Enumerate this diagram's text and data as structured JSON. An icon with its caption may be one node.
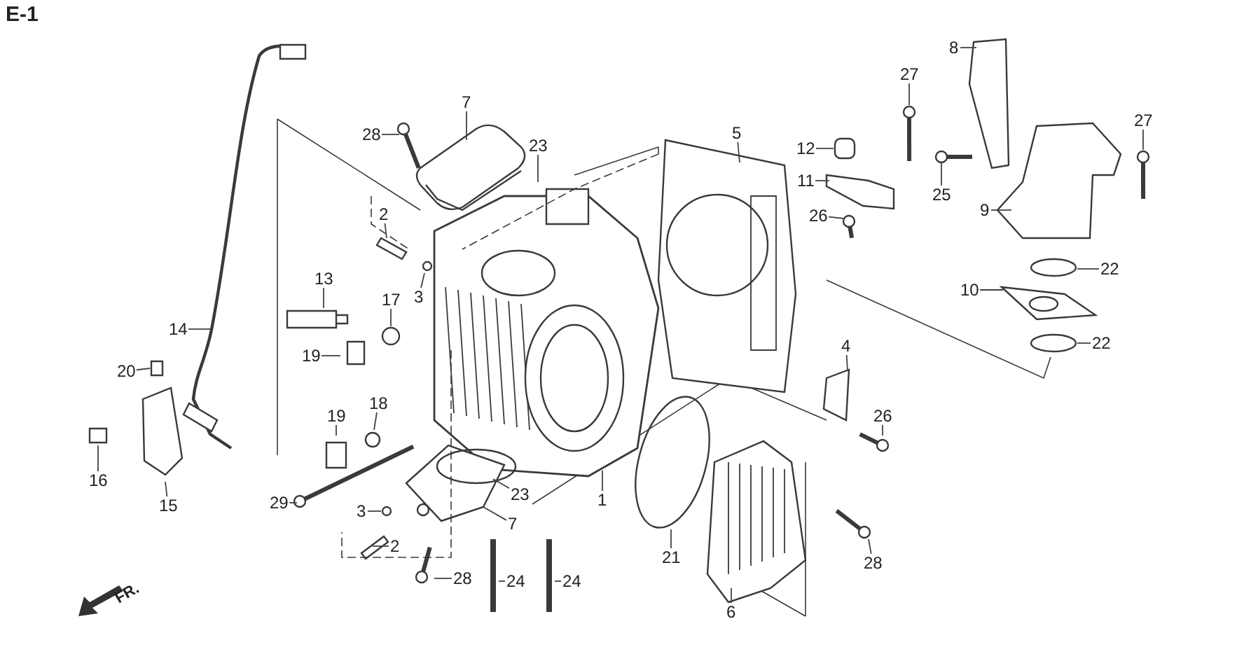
{
  "diagram": {
    "title": "E-1",
    "nodes": [
      {
        "text": [
          "7"
        ]
      },
      {
        "text": [
          "28"
        ]
      },
      {
        "text": [
          "23"
        ]
      },
      {
        "text": [
          "2"
        ]
      },
      {
        "text": [
          "3"
        ]
      },
      {
        "text": [
          "13"
        ]
      },
      {
        "text": [
          "17"
        ]
      },
      {
        "text": [
          "14"
        ]
      },
      {
        "text": [
          "19"
        ]
      },
      {
        "text": [
          "20"
        ]
      },
      {
        "text": [
          "19"
        ]
      },
      {
        "text": [
          "18"
        ]
      },
      {
        "text": [
          "16"
        ]
      },
      {
        "text": [
          "15"
        ]
      },
      {
        "text": [
          "29"
        ]
      },
      {
        "text": [
          "3"
        ]
      },
      {
        "text": [
          "2"
        ]
      },
      {
        "text": [
          "23"
        ]
      },
      {
        "text": [
          "7"
        ]
      },
      {
        "text": [
          "1"
        ]
      },
      {
        "text": [
          "28"
        ]
      },
      {
        "text": [
          "24"
        ]
      },
      {
        "text": [
          "24"
        ]
      },
      {
        "text": [
          "5"
        ]
      },
      {
        "text": [
          "12"
        ]
      },
      {
        "text": [
          "11"
        ]
      },
      {
        "text": [
          "26"
        ]
      },
      {
        "text": [
          "27"
        ]
      },
      {
        "text": [
          "8"
        ]
      },
      {
        "text": [
          "25"
        ]
      },
      {
        "text": [
          "27"
        ]
      },
      {
        "text": [
          "9"
        ]
      },
      {
        "text": [
          "22"
        ]
      },
      {
        "text": [
          "10"
        ]
      },
      {
        "text": [
          "22"
        ]
      },
      {
        "text": [
          "4"
        ]
      },
      {
        "text": [
          "26"
        ]
      },
      {
        "text": [
          "28"
        ]
      },
      {
        "text": [
          "21"
        ]
      },
      {
        "text": [
          "6"
        ]
      }
    ],
    "edges": [
      {
        "from": 0,
        "to": null,
        "arrow": "none"
      },
      {
        "from": 1,
        "to": null,
        "arrow": "none"
      },
      {
        "from": 2,
        "to": null,
        "arrow": "none"
      },
      {
        "from": 3,
        "to": null,
        "arrow": "none"
      },
      {
        "from": 4,
        "to": null,
        "arrow": "none"
      },
      {
        "from": 5,
        "to": null,
        "arrow": "none"
      },
      {
        "from": 6,
        "to": null,
        "arrow": "none"
      },
      {
        "from": 7,
        "to": null,
        "arrow": "none"
      },
      {
        "from": 8,
        "to": null,
        "arrow": "none"
      },
      {
        "from": 9,
        "to": null,
        "arrow": "none"
      },
      {
        "from": 10,
        "to": null,
        "arrow": "none"
      },
      {
        "from": 11,
        "to": null,
        "arrow": "none"
      },
      {
        "from": 12,
        "to": null,
        "arrow": "none"
      },
      {
        "from": 13,
        "to": null,
        "arrow": "none"
      },
      {
        "from": 14,
        "to": null,
        "arrow": "none"
      },
      {
        "from": 15,
        "to": null,
        "arrow": "none"
      },
      {
        "from": 16,
        "to": null,
        "arrow": "none"
      },
      {
        "from": 17,
        "to": null,
        "arrow": "none"
      },
      {
        "from": 18,
        "to": null,
        "arrow": "none"
      },
      {
        "from": 19,
        "to": null,
        "arrow": "none"
      },
      {
        "from": 20,
        "to": null,
        "arrow": "none"
      },
      {
        "from": 21,
        "to": null,
        "arrow": "none"
      },
      {
        "from": 22,
        "to": null,
        "arrow": "none"
      },
      {
        "from": 23,
        "to": null,
        "arrow": "none"
      },
      {
        "from": 24,
        "to": null,
        "arrow": "none"
      },
      {
        "from": 25,
        "to": null,
        "arrow": "none"
      },
      {
        "from": 26,
        "to": null,
        "arrow": "none"
      },
      {
        "from": 27,
        "to": null,
        "arrow": "none"
      },
      {
        "from": 28,
        "to": null,
        "arrow": "none"
      },
      {
        "from": 29,
        "to": null,
        "arrow": "none"
      },
      {
        "from": 30,
        "to": null,
        "arrow": "none"
      },
      {
        "from": 31,
        "to": null,
        "arrow": "none"
      },
      {
        "from": 32,
        "to": null,
        "arrow": "none"
      },
      {
        "from": 33,
        "to": null,
        "arrow": "none"
      },
      {
        "from": 34,
        "to": null,
        "arrow": "none"
      },
      {
        "from": 35,
        "to": null,
        "arrow": "none"
      },
      {
        "from": 36,
        "to": null,
        "arrow": "none"
      },
      {
        "from": 37,
        "to": null,
        "arrow": "none"
      },
      {
        "from": 38,
        "to": null,
        "arrow": "none"
      },
      {
        "from": 39,
        "to": null,
        "arrow": "none"
      }
    ],
    "labels": [
      "FR."
    ]
  }
}
